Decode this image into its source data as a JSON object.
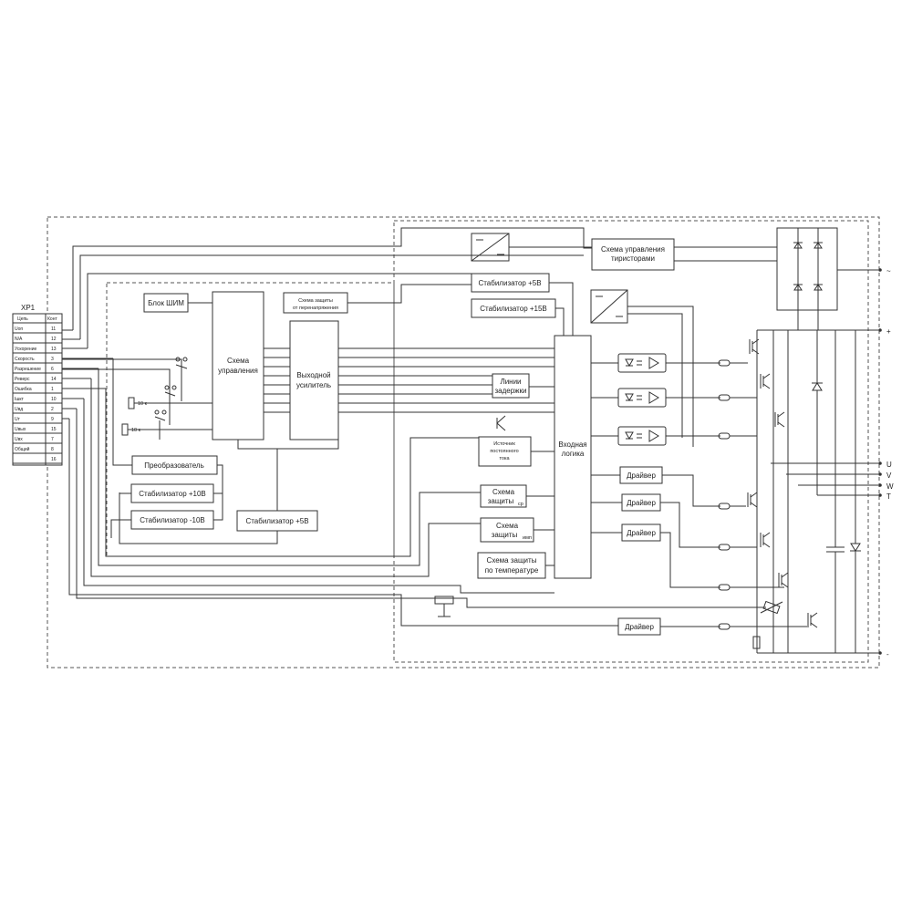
{
  "connector": {
    "title": "XP1",
    "header_signal": "Цепь",
    "header_pin": "Конт",
    "rows": [
      {
        "signal": "Uоп",
        "pin": "11"
      },
      {
        "signal": "N/A",
        "pin": "12"
      },
      {
        "signal": "Ускорение",
        "pin": "13"
      },
      {
        "signal": "Скорость",
        "pin": "3"
      },
      {
        "signal": "Разрешение",
        "pin": "6"
      },
      {
        "signal": "Реверс",
        "pin": "14"
      },
      {
        "signal": "Ошибка",
        "pin": "1"
      },
      {
        "signal": "Iшкт",
        "pin": "10"
      },
      {
        "signal": "Uвд",
        "pin": "2"
      },
      {
        "signal": "Uт",
        "pin": "9"
      },
      {
        "signal": "Uвых",
        "pin": "15"
      },
      {
        "signal": "Uвх",
        "pin": "7"
      },
      {
        "signal": "Общий",
        "pin": "8"
      },
      {
        "signal": "",
        "pin": "16"
      }
    ]
  },
  "blocks": {
    "pwm": "Блок ШИМ",
    "control_1": "Схема",
    "control_2": "управления",
    "ov_protect_1": "Схема защиты",
    "ov_protect_2": "от перенапряжения",
    "amp_1": "Выходной",
    "amp_2": "усилитель",
    "converter": "Преобразователь",
    "stab_p10": "Стабилизатор +10В",
    "stab_m10": "Стабилизатор -10В",
    "stab_5_left": "Стабилизатор +5В",
    "stab_5_right": "Стабилизатор +5В",
    "stab_15": "Стабилизатор +15В",
    "thyristor_1": "Схема управления",
    "thyristor_2": "тиристорами",
    "delay_1": "Линии",
    "delay_2": "задержки",
    "current_src_1": "Источник",
    "current_src_2": "постоянного",
    "current_src_3": "тока",
    "input_logic_1": "Входная",
    "input_logic_2": "логика",
    "prot_avg_1": "Схема",
    "prot_avg_2": "защиты",
    "prot_avg_sub": "ср",
    "prot_imp_1": "Схема",
    "prot_imp_2": "защиты",
    "prot_imp_sub": "имп",
    "prot_temp_1": "Схема защиты",
    "prot_temp_2": "по температуре",
    "driver_1": "Драйвер",
    "driver_2": "Драйвер",
    "driver_3": "Драйвер",
    "driver_4": "Драйвер"
  },
  "components": {
    "r1": "10 к",
    "r2": "10 к"
  },
  "terminals": {
    "ac": "~",
    "plus": "+",
    "u": "U",
    "v": "V",
    "w": "W",
    "t": "T",
    "minus": "-"
  },
  "colors": {
    "line": "#333333",
    "background": "#ffffff"
  }
}
